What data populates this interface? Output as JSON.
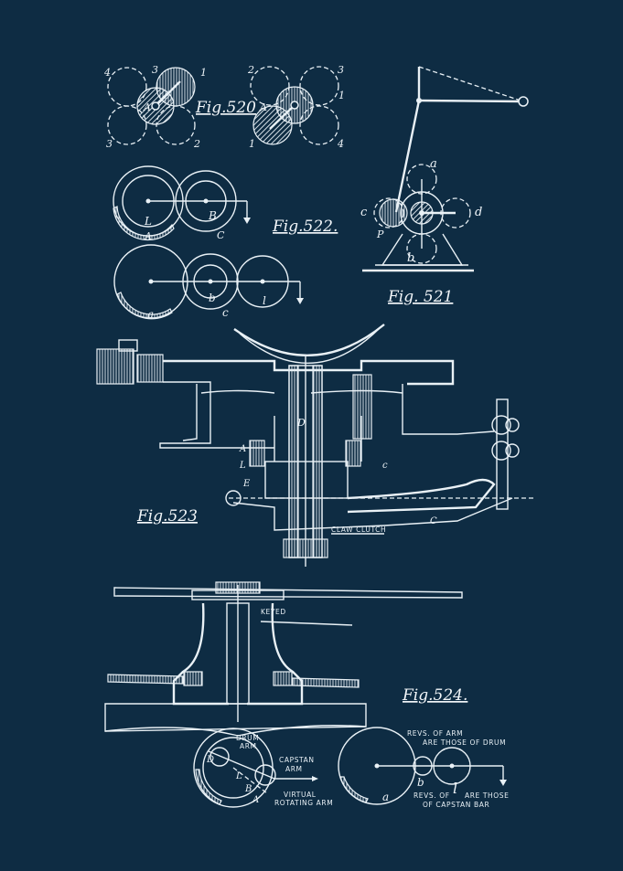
{
  "figures": {
    "fig520": {
      "caption": "Fig.520",
      "labels": [
        "4",
        "3",
        "1",
        "A",
        "3",
        "2",
        "2",
        "1",
        "3",
        "A",
        "1",
        "4"
      ]
    },
    "fig521": {
      "caption": "Fig. 521",
      "labels": [
        "a",
        "c",
        "d",
        "P",
        "b"
      ]
    },
    "fig522": {
      "caption": "Fig.522.",
      "labels": [
        "L",
        "B",
        "A",
        "C",
        "a",
        "b",
        "c",
        "l"
      ]
    },
    "fig523": {
      "caption": "Fig.523",
      "labels": [
        "D",
        "A",
        "L",
        "E",
        "C",
        "c"
      ],
      "note_claw": "CLAW CLUTCH"
    },
    "fig524": {
      "caption": "Fig.524.",
      "labels": [
        "D",
        "L",
        "B",
        "A",
        "a",
        "b",
        "l"
      ],
      "note_keyed": "KEYED",
      "note_drum_arm_1": "DRUM",
      "note_drum_arm_2": "ARM",
      "note_capstan_arm_1": "CAPSTAN",
      "note_capstan_arm_2": "ARM",
      "note_virtual_1": "VIRTUAL",
      "note_virtual_2": "ROTATING ARM",
      "note_revs_1": "REVS. OF ARM",
      "note_revs_2": "ARE THOSE OF DRUM",
      "note_revs_3": "REVS. OF",
      "note_revs_4": "ARE THOSE",
      "note_revs_5": "OF CAPSTAN BAR"
    }
  },
  "colors": {
    "background": "#0f2f47",
    "ink": "#e9f1f6"
  }
}
